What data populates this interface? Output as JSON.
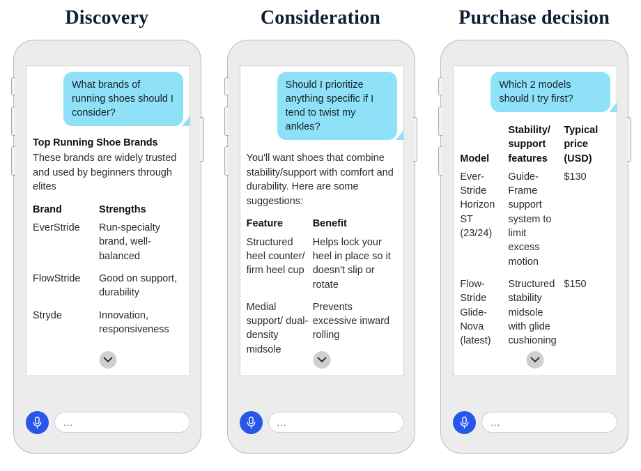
{
  "panels": [
    {
      "title": "Discovery",
      "bubble": "What brands of running shoes should I consider?",
      "answer_title": "Top Running Shoe Brands",
      "answer_para": "These brands are widely trusted and used by beginners through elites",
      "table": {
        "columns": [
          "Brand",
          "Strengths"
        ],
        "rows": [
          [
            "EverStride",
            "Run-specialty brand, well-balanced"
          ],
          [
            "FlowStride",
            "Good on support, durability"
          ],
          [
            "Stryde",
            "Innovation, responsiveness"
          ]
        ]
      },
      "input_placeholder": "...",
      "mic_icon": "microphone-icon",
      "expand_icon": "chevron-down-icon"
    },
    {
      "title": "Consideration",
      "bubble": "Should I prioritize anything specific if I tend to twist my ankles?",
      "answer_title": "",
      "answer_para": "You'll want shoes that combine stability/support with comfort and durability. Here are some suggestions:",
      "table": {
        "columns": [
          "Feature",
          "Benefit"
        ],
        "rows": [
          [
            "Structured heel counter/ firm heel cup",
            "Helps lock your heel in place so it doesn't slip or rotate"
          ],
          [
            "Medial support/ dual-density midsole",
            "Prevents excessive inward rolling"
          ]
        ]
      },
      "input_placeholder": "...",
      "mic_icon": "microphone-icon",
      "expand_icon": "chevron-down-icon"
    },
    {
      "title": "Purchase decision",
      "bubble": "Which 2 models should I try first?",
      "answer_title": "",
      "answer_para": "",
      "table": {
        "columns": [
          "Model",
          "Stability/ support features",
          "Typical price (USD)"
        ],
        "rows": [
          [
            "Ever-Stride Horizon ST (23/24)",
            "Guide-Frame support system to limit excess motion",
            "$130"
          ],
          [
            "Flow-Stride Glide-Nova (latest)",
            "Structured stability midsole with glide cushioning",
            "$150"
          ]
        ]
      },
      "input_placeholder": "...",
      "mic_icon": "microphone-icon",
      "expand_icon": "chevron-down-icon"
    }
  ],
  "colors": {
    "bubble": "#8FE1F7",
    "mic": "#2756E8",
    "phone_body": "#ececec",
    "title": "#0f1f33",
    "chevron_bg": "#cfcfcf"
  }
}
